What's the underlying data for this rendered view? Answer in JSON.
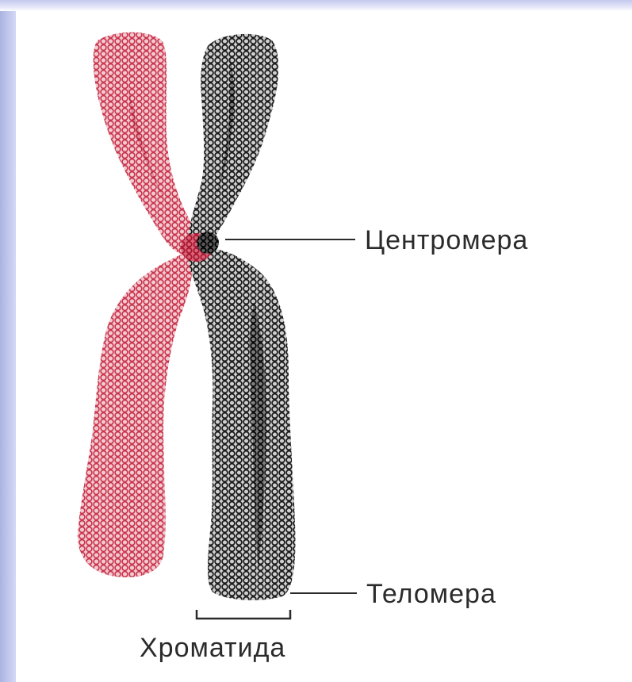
{
  "labels": {
    "centromere": "Центромера",
    "telomere": "Теломера",
    "chromatid": "Хроматида"
  },
  "colors": {
    "red_chromatid": "#c8324a",
    "black_chromatid": "#1a1a1a",
    "background": "#ffffff",
    "left_border": "#aab3e0"
  }
}
